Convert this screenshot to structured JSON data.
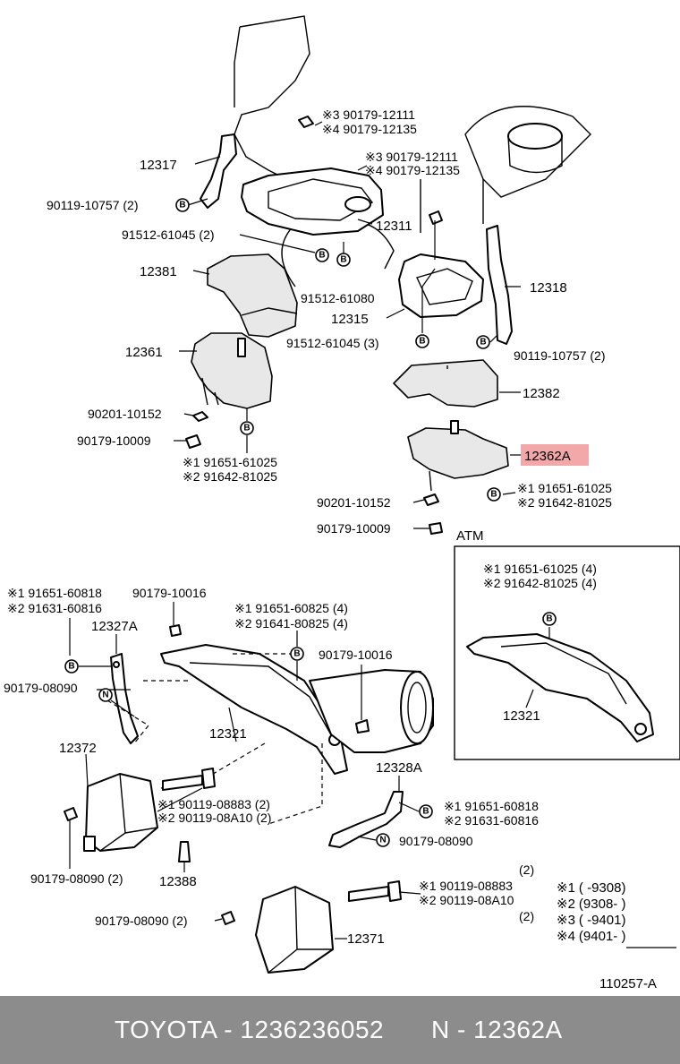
{
  "labels": {
    "l_90179_12111_a": "※3 90179-12111",
    "l_90179_12135_a": "※4 90179-12135",
    "l_12317": "12317",
    "l_90179_12111_b": "※3 90179-12111",
    "l_90179_12135_b": "※4 90179-12135",
    "l_90119_10757_a": "90119-10757 (2)",
    "l_12311": "12311",
    "l_91512_61045_a": "91512-61045 (2)",
    "l_12381": "12381",
    "l_91512_61080": "91512-61080",
    "l_12318": "12318",
    "l_12315": "12315",
    "l_12361": "12361",
    "l_91512_61045_b": "91512-61045 (3)",
    "l_90119_10757_b": "90119-10757 (2)",
    "l_12382": "12382",
    "l_90201_10152_a": "90201-10152",
    "l_90179_10009_a": "90179-10009",
    "l_12362A": "12362A",
    "l_91651_61025_a": "※1 91651-61025",
    "l_91642_81025_a": "※2 91642-81025",
    "l_91651_61025_b": "※1 91651-61025",
    "l_91642_81025_b": "※2 91642-81025",
    "l_90201_10152_b": "90201-10152",
    "l_90179_10009_b": "90179-10009",
    "l_atm": "ATM",
    "l_atm_91651": "※1 91651-61025 (4)",
    "l_atm_91642": "※2 91642-81025 (4)",
    "l_atm_12321": "12321",
    "l_91651_60818_a": "※1 91651-60818",
    "l_91631_60816_a": "※2 91631-60816",
    "l_90179_10016_a": "90179-10016",
    "l_91651_60825": "※1 91651-60825 (4)",
    "l_91641_80825": "※2 91641-80825 (4)",
    "l_12327A": "12327A",
    "l_90179_10016_b": "90179-10016",
    "l_90179_08090_a": "90179-08090",
    "l_12321": "12321",
    "l_12372": "12372",
    "l_12328A": "12328A",
    "l_90119_08883_a": "※1 90119-08883 (2)",
    "l_90119_08A10_a": "※2 90119-08A10 (2)",
    "l_91651_60818_b": "※1 91651-60818",
    "l_91631_60816_b": "※2 91631-60816",
    "l_90179_08090_b": "90179-08090",
    "l_90179_08090_c": "90179-08090 (2)",
    "l_12388": "12388",
    "l_2_top": "(2)",
    "l_90119_08883_b": "※1 90119-08883",
    "l_90119_08A10_b": "※2 90119-08A10",
    "l_2_bot": "(2)",
    "l_90179_08090_d": "90179-08090 (2)",
    "l_12371": "12371",
    "l_figure": "110257-A"
  },
  "legend": [
    {
      "mark": "※1",
      "range": "(     -9308)"
    },
    {
      "mark": "※2",
      "range": "(9308-     )"
    },
    {
      "mark": "※3",
      "range": "(     -9401)"
    },
    {
      "mark": "※4",
      "range": "(9401-     )"
    }
  ],
  "badges": {
    "b": "B",
    "n": "N"
  },
  "highlight_color": "#f2a8a8",
  "footer": {
    "left": "TOYOTA - 1236236052",
    "right": "N - 12362A"
  }
}
